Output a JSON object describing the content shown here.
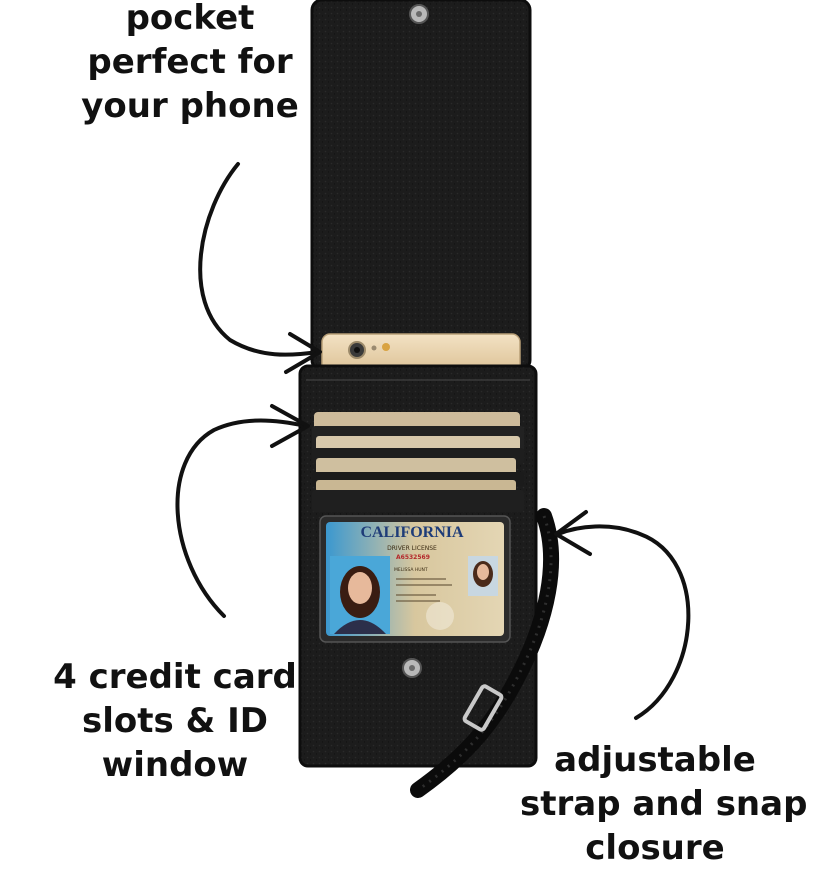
{
  "captions": {
    "phone_pocket": [
      "pocket",
      "perfect for",
      "your phone"
    ],
    "card_slots": [
      "4 credit card",
      "slots & ID",
      "window"
    ],
    "strap": [
      "adjustable",
      "strap and snap",
      "closure"
    ]
  },
  "id_card": {
    "state": "CALIFORNIA",
    "license_label": "DRIVER LICENSE",
    "number": "A6532569",
    "name": "MELISSA HUNT"
  },
  "colors": {
    "leather": "#1c1c1c",
    "leather_edge": "#0d0d0d",
    "phone_gold": "#e7cfa8",
    "card_tan": "#d4c3a5",
    "id_blue": "#4aa7d8",
    "caption_text": "#111111"
  }
}
